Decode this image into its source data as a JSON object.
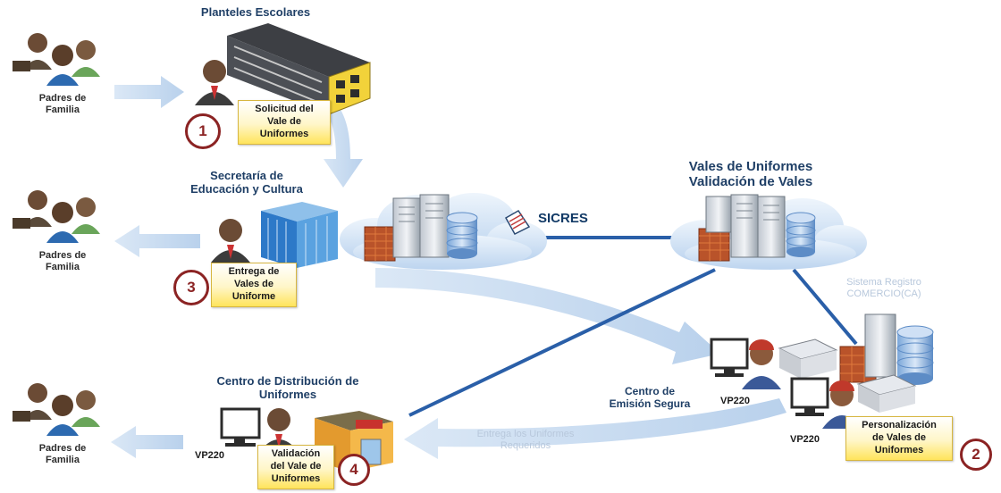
{
  "colors": {
    "arrow_light": "#c5d9f0",
    "line_dark": "#2a5fa8",
    "cloud": "#d6e6f7",
    "circle_border": "#8b2323",
    "label_blue": "#1f3f66"
  },
  "parents": {
    "label": "Padres de\nFamilia"
  },
  "nodes": {
    "planteles": {
      "title": "Planteles Escolares",
      "box": "Solicitud del\nVale de\nUniformes",
      "step": "1"
    },
    "secretaria": {
      "title": "Secretaría de\nEducación y Cultura",
      "box": "Entrega de\nVales de\nUniforme",
      "step": "3"
    },
    "sicres": {
      "label": "SICRES"
    },
    "vales": {
      "title": "Vales de Uniformes\nValidación de Vales",
      "ghost": "Sistema Registro\nCOMERCIO(CA)"
    },
    "centro_emision": {
      "title": "Centro de\nEmisión Segura",
      "vp_a": "VP220",
      "vp_b": "VP220",
      "box": "Personalización\nde Vales de\nUniformes",
      "step": "2"
    },
    "centro_distribucion": {
      "title": "Centro de Distribución de\nUniformes",
      "vp": "VP220",
      "box": "Validación\ndel Vale de\nUniformes",
      "step": "4",
      "ghost": "Entrega los Uniformes\nRequeridos"
    }
  }
}
